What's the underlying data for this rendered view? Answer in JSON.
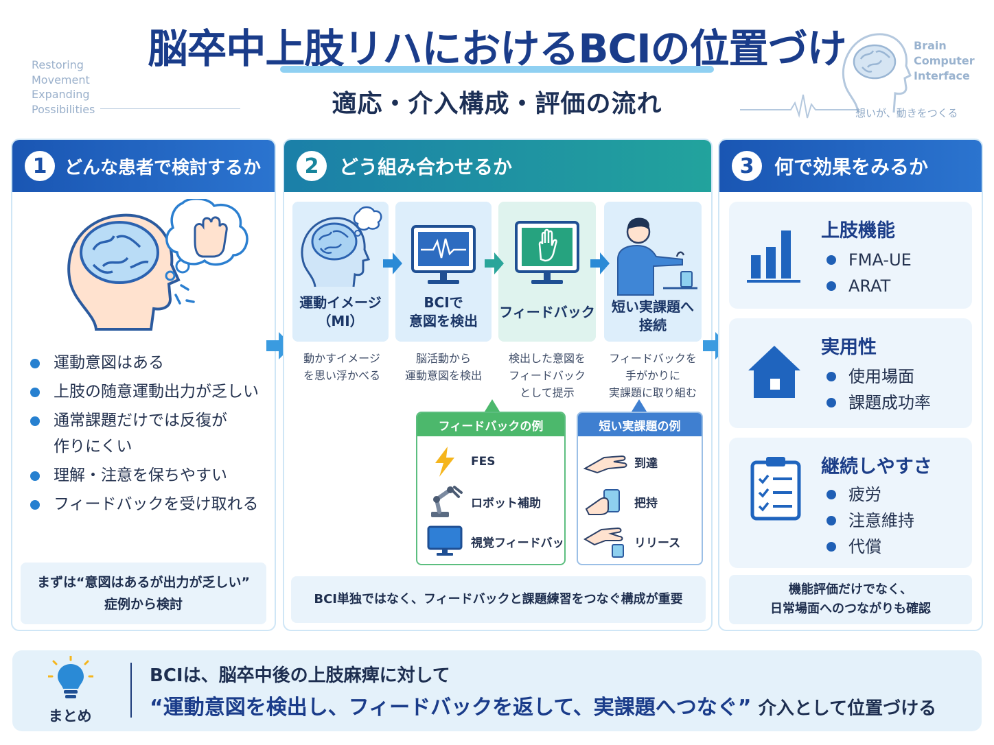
{
  "header": {
    "title": "脳卒中上肢リハにおけるBCIの位置づけ",
    "subtitle": "適応・介入構成・評価の流れ",
    "tagline_left": [
      "Restoring",
      "Movement",
      "Expanding",
      "Possibilities"
    ],
    "brand_right": [
      "Brain",
      "Computer",
      "Interface"
    ],
    "motto": "想いが、動きをつくる"
  },
  "panel1": {
    "number": "1",
    "title": "どんな患者で検討するか",
    "bullets": [
      "運動意図はある",
      "上肢の随意運動出力が乏しい",
      "通常課題だけでは反復が作りにくい",
      "理解・注意を保ちやすい",
      "フィードバックを受け取れる"
    ],
    "note": [
      "まずは“意図はあるが出力が乏しい”",
      "症例から検討"
    ]
  },
  "panel2": {
    "number": "2",
    "title": "どう組み合わせるか",
    "steps": [
      {
        "label_1": "運動イメージ",
        "label_2": "（MI）",
        "desc": [
          "動かすイメージ",
          "を思い浮かべる"
        ]
      },
      {
        "label_1": "BCIで",
        "label_2": "意図を検出",
        "desc": [
          "脳活動から",
          "運動意図を検出"
        ]
      },
      {
        "label_1": "フィードバック",
        "label_2": "",
        "desc": [
          "検出した意図を",
          "フィードバック",
          "として提示"
        ]
      },
      {
        "label_1": "短い実課題へ",
        "label_2": "接続",
        "desc": [
          "フィードバックを",
          "手がかりに",
          "実課題に取り組む"
        ]
      }
    ],
    "feedback_examples": {
      "title": "フィードバックの例",
      "items": [
        "FES",
        "ロボット補助",
        "視覚フィードバック"
      ]
    },
    "task_examples": {
      "title": "短い実課題の例",
      "items": [
        "到達",
        "把持",
        "リリース"
      ]
    },
    "note": "BCI単独ではなく、フィードバックと課題練習をつなぐ構成が重要"
  },
  "panel3": {
    "number": "3",
    "title": "何で効果をみるか",
    "metrics": [
      {
        "title": "上肢機能",
        "items": [
          "FMA-UE",
          "ARAT"
        ],
        "icon": "bar-chart-icon"
      },
      {
        "title": "実用性",
        "items": [
          "使用場面",
          "課題成功率"
        ],
        "icon": "house-icon"
      },
      {
        "title": "継続しやすさ",
        "items": [
          "疲労",
          "注意維持",
          "代償"
        ],
        "icon": "clipboard-icon"
      }
    ],
    "note": [
      "機能評価だけでなく、",
      "日常場面へのつながりも確認"
    ]
  },
  "summary": {
    "label": "まとめ",
    "line1": "BCIは、脳卒中後の上肢麻痺に対して",
    "line2_main": "“運動意図を検出し、フィードバックを返して、実課題へつなぐ”",
    "line2_tail": "介入として位置づける"
  },
  "colors": {
    "title": "#1a3c8a",
    "accent_blue": "#1a56b3",
    "accent_teal": "#22a39d",
    "feedback_green": "#4cb86c",
    "task_blue": "#3f7fd0"
  }
}
